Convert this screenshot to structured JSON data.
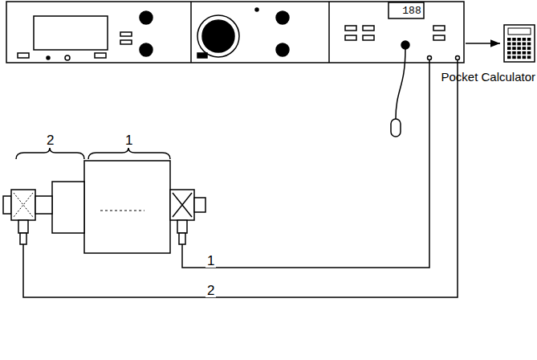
{
  "diagram": {
    "nodes": [
      {
        "text": [
          "188"
        ]
      },
      {
        "text": [
          "Pocket Calculator"
        ]
      }
    ],
    "edges": [
      {
        "from": 0,
        "to": 1,
        "arrow": "to"
      }
    ],
    "labels": [
      "2",
      "1",
      "1",
      "2"
    ]
  }
}
